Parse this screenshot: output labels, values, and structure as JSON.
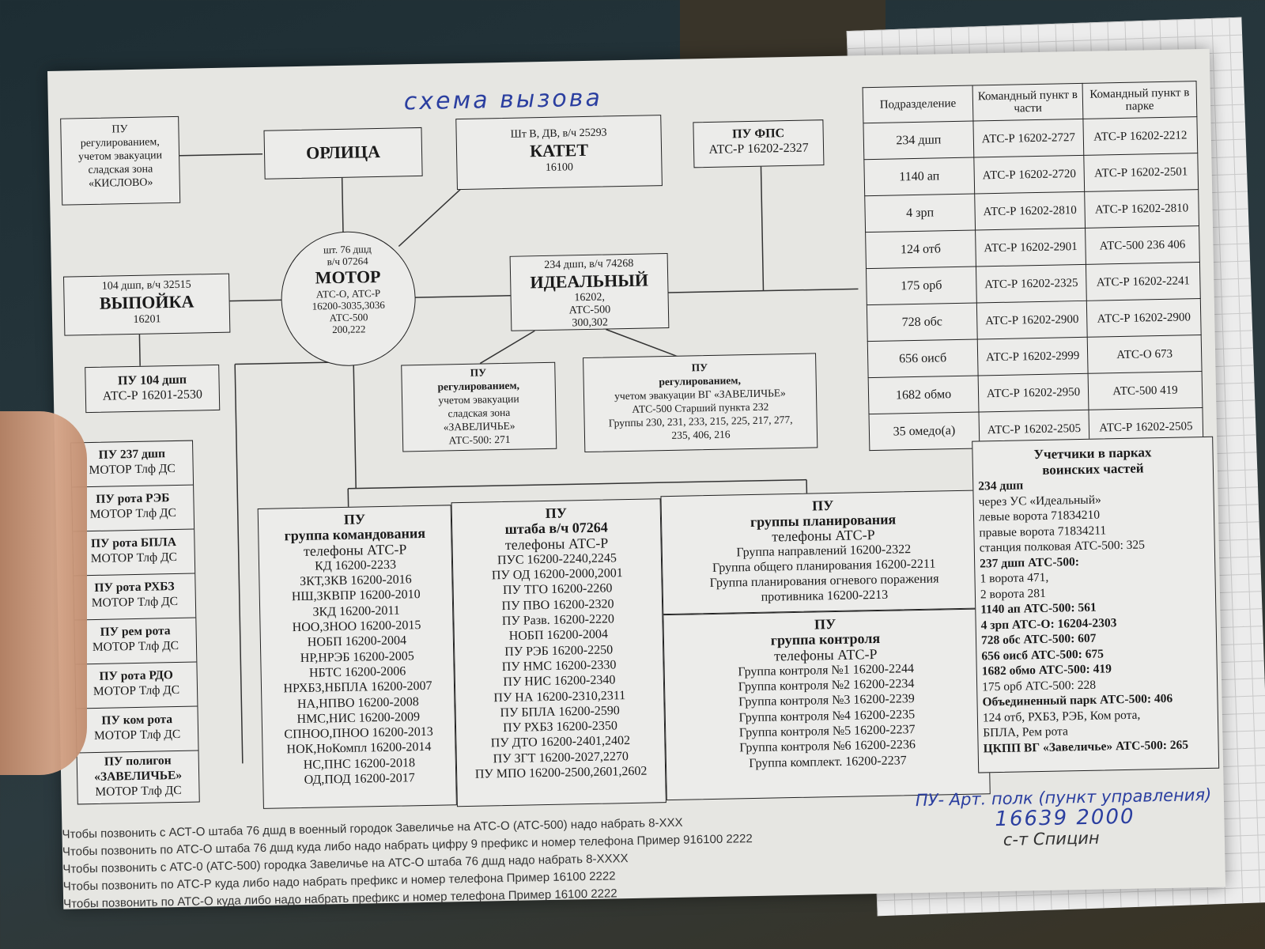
{
  "handwritten_title": "схема вызова",
  "kislovo": {
    "lines": [
      "ПУ",
      "регулированием,",
      "учетом эвакуации",
      "сладская зона",
      "«КИСЛОВО»"
    ]
  },
  "orlitsa": "ОРЛИЦА",
  "katet": {
    "top": "Шт В, ДВ, в/ч 25293",
    "name": "КАТЕТ",
    "num": "16100"
  },
  "fps": {
    "name": "ПУ ФПС",
    "num": "АТС-Р 16202-2327"
  },
  "motor": {
    "top": "шт. 76 дшд",
    "unit": "в/ч 07264",
    "name": "МОТОР",
    "l1": "АТС-О, АТС-Р",
    "l2": "16200-3035,3036",
    "l3": "АТС-500",
    "l4": "200,222"
  },
  "vypoika": {
    "top": "104 дшп, в/ч 32515",
    "name": "ВЫПОЙКА",
    "num": "16201"
  },
  "idealny": {
    "top": "234 дшп, в/ч 74268",
    "name": "ИДЕАЛЬНЫЙ",
    "l1": "16202,",
    "l2": "АТС-500",
    "l3": "300,302"
  },
  "pu104": {
    "name": "ПУ 104 дшп",
    "num": "АТС-Р 16201-2530"
  },
  "zavelichye1": {
    "lines": [
      "ПУ",
      "регулированием,",
      "учетом эвакуации",
      "сладская зона",
      "«ЗАВЕЛИЧЬЕ»",
      "АТС-500: 271"
    ]
  },
  "zavelichye2": {
    "lines": [
      "ПУ",
      "регулированием,",
      "учетом эвакуации ВГ «ЗАВЕЛИЧЬЕ»",
      "АТС-500 Старший пункта  232",
      "Группы 230, 231, 233, 215, 225, 217, 277,",
      "235, 406, 216"
    ]
  },
  "left_list": [
    {
      "a": "ПУ 237 дшп",
      "b": "МОТОР Тлф ДС"
    },
    {
      "a": "ПУ рота РЭБ",
      "b": "МОТОР Тлф ДС"
    },
    {
      "a": "ПУ рота БПЛА",
      "b": "МОТОР Тлф ДС"
    },
    {
      "a": "ПУ рота РХБЗ",
      "b": "МОТОР Тлф ДС"
    },
    {
      "a": "ПУ рем рота",
      "b": "МОТОР Тлф ДС"
    },
    {
      "a": "ПУ рота РДО",
      "b": "МОТОР Тлф ДС"
    },
    {
      "a": "ПУ ком рота",
      "b": "МОТОР Тлф ДС"
    },
    {
      "a": "ПУ полигон «ЗАВЕЛИЧЬЕ»",
      "b": "МОТОР Тлф ДС"
    }
  ],
  "command_group": {
    "h1": "ПУ",
    "h2": "группа командования",
    "h3": "телефоны АТС-Р",
    "rows": [
      "КД 16200-2233",
      "ЗКТ,ЗКВ 16200-2016",
      "НШ,ЗКВПР 16200-2010",
      "ЗКД 16200-2011",
      "НОО,ЗНОО 16200-2015",
      "НОБП 16200-2004",
      "НР,НРЭБ 16200-2005",
      "НБТС 16200-2006",
      "НРХБЗ,НБПЛА 16200-2007",
      "НА,НПВО 16200-2008",
      "НМС,НИС 16200-2009",
      "СПНОО,ПНОО 16200-2013",
      "НОК,НоКомпл 16200-2014",
      "НС,ПНС 16200-2018",
      "ОД,ПОД 16200-2017"
    ]
  },
  "staff": {
    "h1": "ПУ",
    "h2": "штаба в/ч 07264",
    "h3": "телефоны АТС-Р",
    "rows": [
      "ПУС 16200-2240,2245",
      "ПУ ОД 16200-2000,2001",
      "ПУ ТГО 16200-2260",
      "ПУ ПВО 16200-2320",
      "ПУ Разв. 16200-2220",
      "НОБП 16200-2004",
      "ПУ РЭБ 16200-2250",
      "ПУ НМС 16200-2330",
      "ПУ НИС 16200-2340",
      "ПУ НА 16200-2310,2311",
      "ПУ БПЛА 16200-2590",
      "ПУ РХБЗ 16200-2350",
      "ПУ ДТО 16200-2401,2402",
      "ПУ ЗГТ  16200-2027,2270",
      "ПУ МПО 16200-2500,2601,2602"
    ]
  },
  "planning": {
    "h1": "ПУ",
    "h2": "группы планирования",
    "h3": "телефоны АТС-Р",
    "rows": [
      "Группа направлений 16200-2322",
      "Группа общего планирования 16200-2211",
      "Группа планирования огневого поражения",
      "противника 16200-2213"
    ]
  },
  "control": {
    "h1": "ПУ",
    "h2": "группа контроля",
    "h3": "телефоны АТС-Р",
    "rows": [
      "Группа контроля №1 16200-2244",
      "Группа контроля №2 16200-2234",
      "Группа контроля №3 16200-2239",
      "Группа контроля №4 16200-2235",
      "Группа контроля №5 16200-2237",
      "Группа контроля №6 16200-2236",
      "Группа комплект. 16200-2237"
    ]
  },
  "units_table": {
    "headers": [
      "Подразделение",
      "Командный пункт в части",
      "Командный пункт в парке"
    ],
    "rows": [
      [
        "234 дшп",
        "АТС-Р 16202-2727",
        "АТС-Р 16202-2212"
      ],
      [
        "1140 ап",
        "АТС-Р 16202-2720",
        "АТС-Р 16202-2501"
      ],
      [
        "4 зрп",
        "АТС-Р 16202-2810",
        "АТС-Р 16202-2810"
      ],
      [
        "124 отб",
        "АТС-Р 16202-2901",
        "АТС-500 236 406"
      ],
      [
        "175 орб",
        "АТС-Р 16202-2325",
        "АТС-Р 16202-2241"
      ],
      [
        "728 обс",
        "АТС-Р 16202-2900",
        "АТС-Р 16202-2900"
      ],
      [
        "656 оисб",
        "АТС-Р 16202-2999",
        "АТС-О 673"
      ],
      [
        "1682 обмо",
        "АТС-Р 16202-2950",
        "АТС-500 419"
      ],
      [
        "35 омедо(а)",
        "АТС-Р 16202-2505",
        "АТС-Р 16202-2505"
      ]
    ]
  },
  "park": {
    "title1": "Учетчики в парках",
    "title2": "воинских частей",
    "rows": [
      "234 дшп",
      "через УС «Идеальный»",
      "левые ворота 71834210",
      "правые ворота 71834211",
      "станция полковая АТС-500: 325",
      "237 дшп АТС-500:",
      "1 ворота 471,",
      "2 ворота 281",
      "1140 ап АТС-500: 561",
      "4 зрп АТС-О: 16204-2303",
      "728 обс АТС-500: 607",
      "656 оисб АТС-500: 675",
      "1682 обмо АТС-500: 419",
      "175 орб АТС-500: 228",
      "Объединенный парк АТС-500: 406",
      "124 отб, РХБЗ, РЭБ, Ком рота,",
      "БПЛА, Рем рота",
      "ЦКПП ВГ «Завеличье» АТС-500: 265"
    ]
  },
  "handwritten_note": {
    "l1": "ПУ- Арт. полк (пункт управления)",
    "l2": "16639 2000",
    "l3": "с-т Спицин"
  },
  "footer": [
    "Чтобы позвонить с АСТ-О штаба 76 дшд в военный городок Завеличье на АТС-О (АТС-500) надо набрать 8-XXX",
    "Чтобы позвонить по АТС-О штаба 76 дшд куда либо надо набрать цифру 9 префикс и номер телефона  Пример 916100 2222",
    "Чтобы позвонить с АТС-0 (АТС-500) городка Завеличье на АТС-О штаба 76 дшд надо набрать 8-XXXX",
    "Чтобы позвонить по АТС-Р куда либо надо набрать префикс и номер телефона  Пример 16100 2222",
    "Чтобы позвонить по АТС-О куда либо надо набрать префикс и номер телефона  Пример 16100 2222"
  ]
}
